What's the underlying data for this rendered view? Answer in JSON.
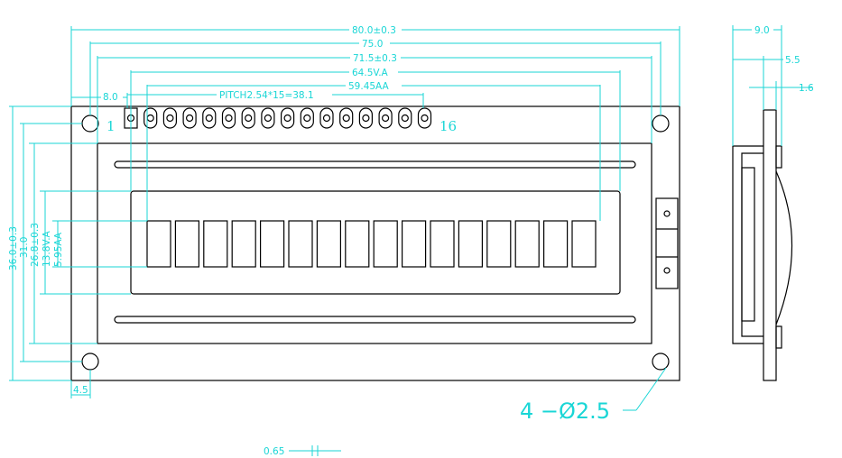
{
  "colors": {
    "dimension": "#1ad6d6",
    "outline": "#000000",
    "background": "#ffffff"
  },
  "front_view": {
    "dimensions": {
      "outline_width": "80.0±0.3",
      "hole_pitch": "75.0",
      "bezel_width": "71.5±0.3",
      "view_area_width": "64.5V.A",
      "active_area_width": "59.45AA",
      "pin_pitch": "PITCH2.54*15=38.1",
      "pin_offset": "8.0",
      "outline_height": "36.0±0.3",
      "hole_pitch_vertical": "31.0",
      "bezel_height": "26.8±0.3",
      "view_area_height": "13.8V.A",
      "active_area_height": "5.95AA",
      "hole_offset": "4.5",
      "small_gap": "0.65"
    },
    "pin_first_label": "1",
    "pin_last_label": "16",
    "hole_callout": "4 −Ø2.5",
    "pin_count": 16,
    "char_count": 16
  },
  "side_view": {
    "dimensions": {
      "total_thickness": "9.0",
      "module_thickness": "5.5",
      "pcb_thickness": "1.6"
    }
  }
}
